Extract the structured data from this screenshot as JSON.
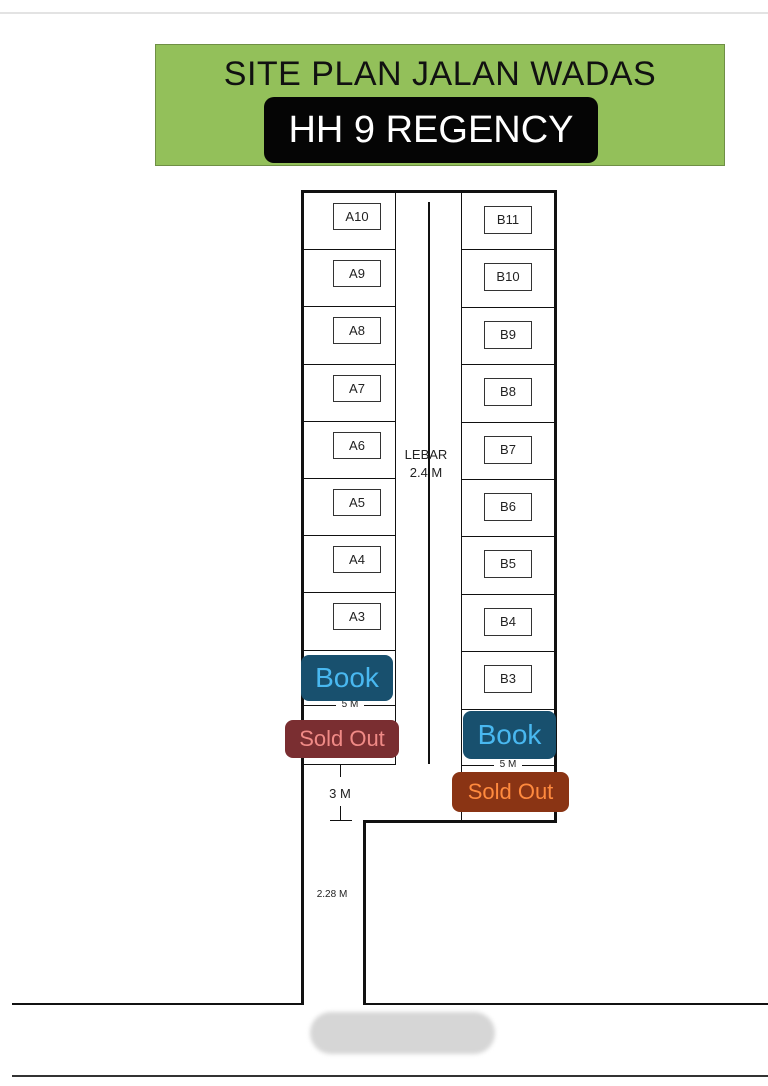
{
  "header": {
    "title": "SITE PLAN JALAN WADAS",
    "subtitle": "HH 9 REGENCY"
  },
  "road": {
    "label_line1": "LEBAR",
    "label_line2": "2.4 M"
  },
  "units_a": [
    "A10",
    "A9",
    "A8",
    "A7",
    "A6",
    "A5",
    "A4",
    "A3"
  ],
  "units_b": [
    "B11",
    "B10",
    "B9",
    "B8",
    "B7",
    "B6",
    "B5",
    "B4",
    "B3"
  ],
  "dimensions": {
    "left_5m": "5 M",
    "right_5m": "5 M",
    "access_3m": "3 M",
    "access_width": "2.28 M"
  },
  "tags": {
    "book_left": "Book",
    "sold_left": "Sold Out",
    "book_right": "Book",
    "sold_right": "Sold Out"
  },
  "colors": {
    "banner": "#93c05a",
    "book_bg": "#18506e",
    "book_text": "#49b8f0",
    "sold_left_bg": "#7a2e31",
    "sold_right_bg": "#8a3414"
  }
}
